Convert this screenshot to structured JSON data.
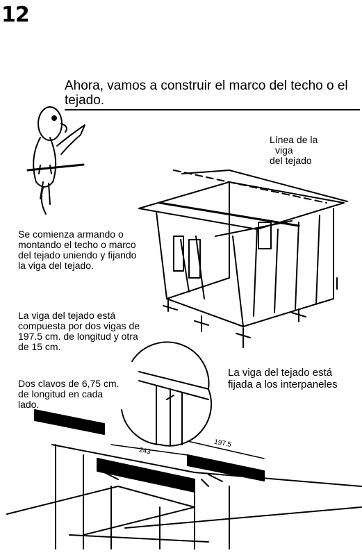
{
  "page_number": "12",
  "heading": "Ahora, vamos a construir el marco del techo o el tejado.",
  "callouts": {
    "ridge_line": [
      "Línea de la",
      "viga",
      "del tejado"
    ],
    "rests_on": "La viga del tejado está fijada a los interpaneles"
  },
  "paragraphs": [
    "Se comienza armando o montando el techo o marco del tejado uniendo y fijando la viga del tejado.",
    "La viga del tejado está compuesta por dos vigas de 197.5 cm. de longitud y otra de 15 cm.",
    "Dos clavos de 6,75 cm. de longitud en cada lado."
  ],
  "dimensions": [
    "197.5",
    "243"
  ],
  "illustrations": {
    "mascot": "bird-mascot-icon",
    "house_frame": "house-frame-icon",
    "detail_zoom": "magnifier-detail-icon",
    "beam_assembly": "beam-assembly-icon"
  }
}
